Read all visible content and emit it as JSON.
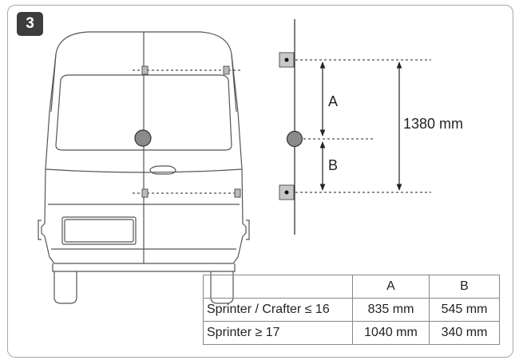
{
  "step_number": "3",
  "dimensions": {
    "label_a": "A",
    "label_b": "B",
    "total": "1380 mm"
  },
  "table": {
    "columns": [
      "",
      "A",
      "B"
    ],
    "rows": [
      {
        "model": "Sprinter / Crafter ≤ 16",
        "a": "835 mm",
        "b": "545 mm"
      },
      {
        "model": "Sprinter ≥ 17",
        "a": "1040 mm",
        "b": "340 mm"
      }
    ]
  }
}
